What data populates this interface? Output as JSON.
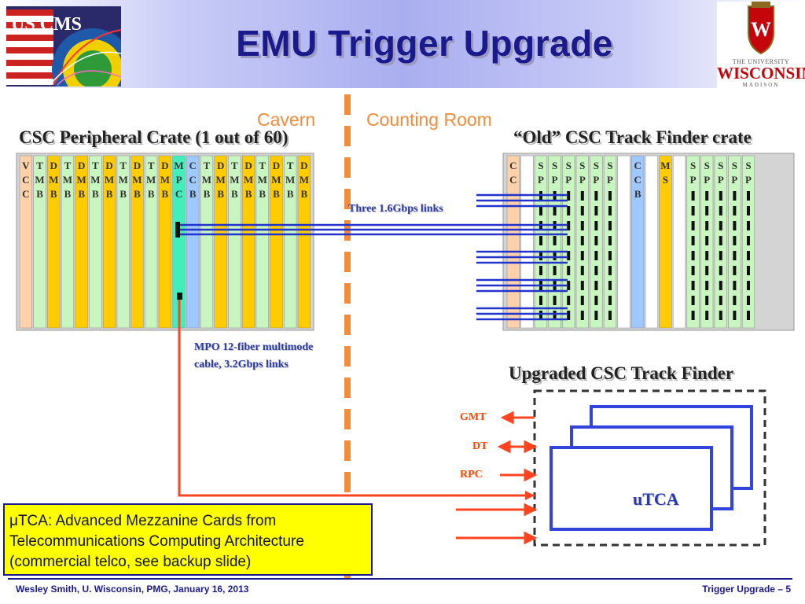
{
  "header": {
    "title": "EMU Trigger Upgrade",
    "left_logo_text": "US CMS",
    "right_logo": {
      "line1": "THE UNIVERSITY",
      "line2": "WISCONSIN",
      "line3": "MADISON",
      "crest": "W"
    }
  },
  "labels": {
    "cavern": "Cavern",
    "counting_room": "Counting Room",
    "peripheral_crate": "CSC Peripheral Crate (1 out of 60)",
    "old_track_finder": "“Old” CSC Track Finder crate",
    "upgraded_track_finder": "Upgraded CSC Track Finder",
    "three_links": "Three 1.6Gbps links",
    "mpo_line1": "MPO 12-fiber multimode",
    "mpo_line2": "cable,  3.2Gbps links",
    "gmt": "GMT",
    "dt": "DT",
    "rpc": "RPC",
    "utca": "uTCA"
  },
  "peripheral_slots": [
    {
      "text": [
        "V",
        "C",
        "C"
      ],
      "color": "#ffd1a8"
    },
    {
      "text": [
        "T",
        "M",
        "B"
      ],
      "color": "#c8f5c0"
    },
    {
      "text": [
        "D",
        "M",
        "B"
      ],
      "color": "#ffcc00"
    },
    {
      "text": [
        "T",
        "M",
        "B"
      ],
      "color": "#c8f5c0"
    },
    {
      "text": [
        "D",
        "M",
        "B"
      ],
      "color": "#ffcc00"
    },
    {
      "text": [
        "T",
        "M",
        "B"
      ],
      "color": "#c8f5c0"
    },
    {
      "text": [
        "D",
        "M",
        "B"
      ],
      "color": "#ffcc00"
    },
    {
      "text": [
        "T",
        "M",
        "B"
      ],
      "color": "#c8f5c0"
    },
    {
      "text": [
        "D",
        "M",
        "B"
      ],
      "color": "#ffcc00"
    },
    {
      "text": [
        "T",
        "M",
        "B"
      ],
      "color": "#c8f5c0"
    },
    {
      "text": [
        "D",
        "M",
        "B"
      ],
      "color": "#ffcc00"
    },
    {
      "text": [
        "M",
        "P",
        "C"
      ],
      "color": "#44eebb"
    },
    {
      "text": [
        "C",
        "C",
        "B"
      ],
      "color": "#9fc8ff"
    },
    {
      "text": [
        "T",
        "M",
        "B"
      ],
      "color": "#c8f5c0"
    },
    {
      "text": [
        "D",
        "M",
        "B"
      ],
      "color": "#ffcc00"
    },
    {
      "text": [
        "T",
        "M",
        "B"
      ],
      "color": "#c8f5c0"
    },
    {
      "text": [
        "D",
        "M",
        "B"
      ],
      "color": "#ffcc00"
    },
    {
      "text": [
        "T",
        "M",
        "B"
      ],
      "color": "#c8f5c0"
    },
    {
      "text": [
        "D",
        "M",
        "B"
      ],
      "color": "#ffcc00"
    },
    {
      "text": [
        "T",
        "M",
        "B"
      ],
      "color": "#c8f5c0"
    },
    {
      "text": [
        "D",
        "M",
        "B"
      ],
      "color": "#ffcc00"
    }
  ],
  "old_crate_slots": [
    {
      "text": [
        "C",
        "C"
      ],
      "color": "#ffd1a8",
      "ports": false
    },
    {
      "text": [],
      "color": "#ffffff",
      "ports": false
    },
    {
      "text": [
        "S",
        "P"
      ],
      "color": "#c8f5c0",
      "ports": true
    },
    {
      "text": [
        "S",
        "P"
      ],
      "color": "#c8f5c0",
      "ports": true
    },
    {
      "text": [
        "S",
        "P"
      ],
      "color": "#c8f5c0",
      "ports": true
    },
    {
      "text": [
        "S",
        "P"
      ],
      "color": "#c8f5c0",
      "ports": true
    },
    {
      "text": [
        "S",
        "P"
      ],
      "color": "#c8f5c0",
      "ports": true
    },
    {
      "text": [
        "S",
        "P"
      ],
      "color": "#c8f5c0",
      "ports": true
    },
    {
      "text": [],
      "color": "#ffffff",
      "ports": false
    },
    {
      "text": [
        "C",
        "C",
        "B"
      ],
      "color": "#9fc8ff",
      "ports": false
    },
    {
      "text": [],
      "color": "#ffffff",
      "ports": false
    },
    {
      "text": [
        "M",
        "S"
      ],
      "color": "#ffcc00",
      "ports": false
    },
    {
      "text": [],
      "color": "#ffffff",
      "ports": false
    },
    {
      "text": [
        "S",
        "P"
      ],
      "color": "#c8f5c0",
      "ports": true
    },
    {
      "text": [
        "S",
        "P"
      ],
      "color": "#c8f5c0",
      "ports": true
    },
    {
      "text": [
        "S",
        "P"
      ],
      "color": "#c8f5c0",
      "ports": true
    },
    {
      "text": [
        "S",
        "P"
      ],
      "color": "#c8f5c0",
      "ports": true
    },
    {
      "text": [
        "S",
        "P"
      ],
      "color": "#c8f5c0",
      "ports": true
    }
  ],
  "note": {
    "line1": "μTCA: Advanced Mezzanine Cards from",
    "line2": "Telecommunications Computing Architecture",
    "line3": "(commercial telco, see backup slide)"
  },
  "footer": {
    "left": "Wesley Smith, U. Wisconsin, PMG, January 16, 2013",
    "right": "Trigger Upgrade  – 5"
  },
  "colors": {
    "title": "#1a1a8c",
    "link_blue": "#2233cc",
    "cable_red": "#ff4422",
    "divider_orange": "#f08c3c"
  }
}
